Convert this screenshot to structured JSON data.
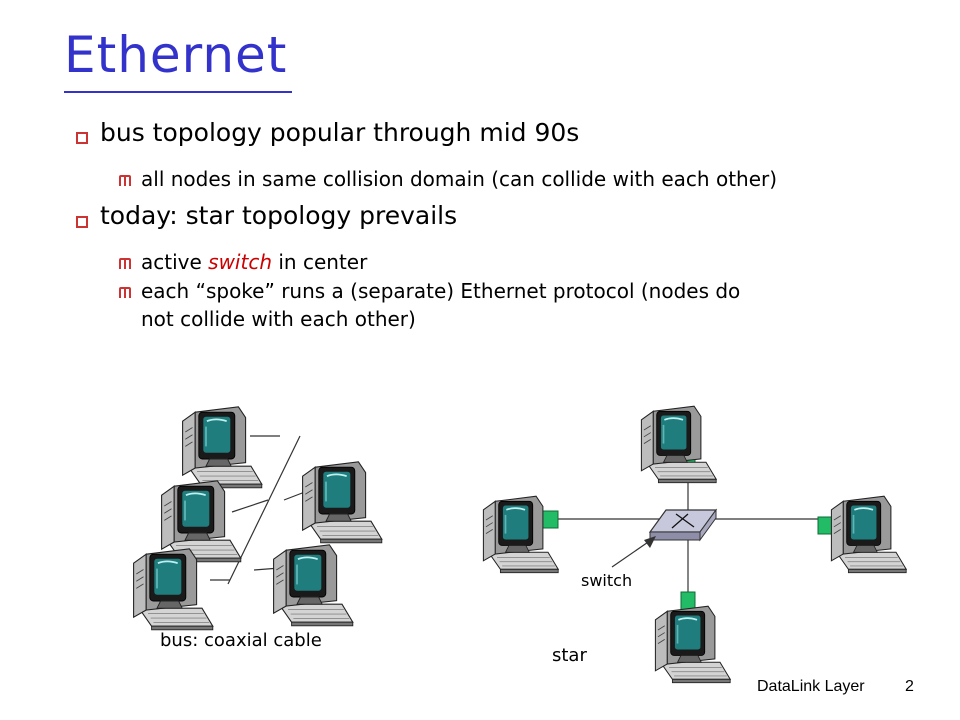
{
  "slide": {
    "title": "Ethernet",
    "bullets": [
      {
        "text": "bus topology popular through mid 90s",
        "sub": [
          {
            "text": "all nodes in same collision domain (can collide with each other)"
          }
        ]
      },
      {
        "text": "today: star topology prevails",
        "sub": [
          {
            "pre": "active ",
            "highlight": "switch",
            "post": " in center"
          },
          {
            "line1": "each “spoke” runs a (separate) Ethernet protocol (nodes do",
            "line2": "not collide with each other)"
          }
        ]
      }
    ]
  },
  "diagram": {
    "bus_caption": "bus: coaxial cable",
    "star_caption": "star",
    "switch_label": "switch",
    "colors": {
      "title": "#3333cc",
      "bullet_marker": "#cc3333",
      "highlight": "#cc0000",
      "adapter": "#22bb66",
      "switch_box": "#c8c8dc"
    }
  },
  "footer": {
    "section": "DataLink Layer",
    "page": "2"
  }
}
